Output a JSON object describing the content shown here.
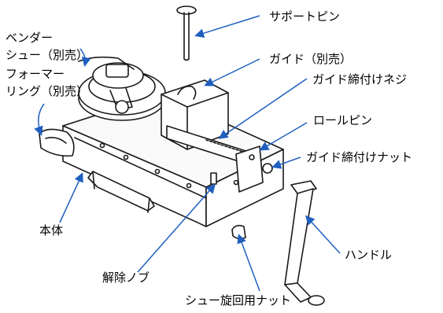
{
  "figure": {
    "labels": {
      "support_pin": "サポートピン",
      "bender_shoe_1": "ベンダー",
      "bender_shoe_2": "シュー（別売）",
      "guide": "ガイド（別売）",
      "guide_screw": "ガイド締付けネジ",
      "former_ring_1": "フォーマー",
      "former_ring_2": "リング（別売）",
      "roll_pin": "ロールピン",
      "guide_nut": "ガイド締付けナット",
      "body": "本体",
      "handle": "ハンドル",
      "release_knob": "解除ノブ",
      "shoe_nut": "シュー旋回用ナット"
    },
    "colors": {
      "leader": "#1f5fbf",
      "line_art": "#1a1a1a",
      "background": "#ffffff"
    }
  }
}
